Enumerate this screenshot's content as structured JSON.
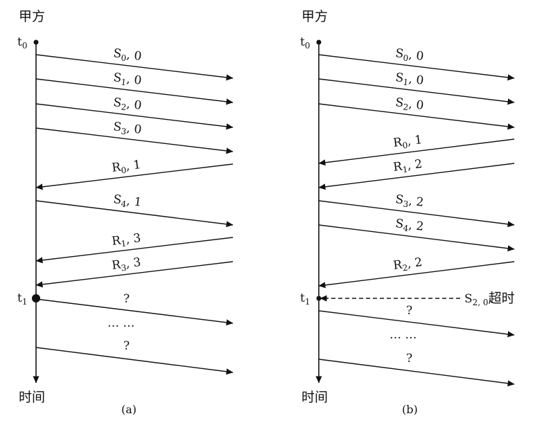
{
  "diagrams": [
    {
      "party": "甲方",
      "time_label": "时间",
      "caption": "(a)",
      "t0": {
        "label": "t",
        "sub": "0"
      },
      "t1": {
        "label": "t",
        "sub": "1"
      },
      "arrows": [
        {
          "label": "S",
          "sub": "0",
          "suffix": ", 0"
        },
        {
          "label": "S",
          "sub": "1",
          "suffix": ", 0"
        },
        {
          "label": "S",
          "sub": "2",
          "suffix": ", 0"
        },
        {
          "label": "S",
          "sub": "3",
          "suffix": ", 0"
        },
        {
          "label": "R",
          "sub": "0",
          "suffix": ", 1"
        },
        {
          "label": "S",
          "sub": "4",
          "suffix": ", 1"
        },
        {
          "label": "R",
          "sub": "1",
          "suffix": ", 3"
        },
        {
          "label": "R",
          "sub": "3",
          "suffix": ", 3"
        },
        {
          "label": "?",
          "sub": "",
          "suffix": ""
        },
        {
          "label": "?",
          "sub": "",
          "suffix": ""
        }
      ],
      "ellipsis": "… …"
    },
    {
      "party": "甲方",
      "time_label": "时间",
      "caption": "(b)",
      "t0": {
        "label": "t",
        "sub": "0"
      },
      "t1": {
        "label": "t",
        "sub": "1"
      },
      "arrows": [
        {
          "label": "S",
          "sub": "0",
          "suffix": ", 0"
        },
        {
          "label": "S",
          "sub": "1",
          "suffix": ", 0"
        },
        {
          "label": "S",
          "sub": "2",
          "suffix": ", 0"
        },
        {
          "label": "R",
          "sub": "0",
          "suffix": ", 1"
        },
        {
          "label": "R",
          "sub": "1",
          "suffix": ", 2"
        },
        {
          "label": "S",
          "sub": "3",
          "suffix": ", 2"
        },
        {
          "label": "S",
          "sub": "4",
          "suffix": ", 2"
        },
        {
          "label": "R",
          "sub": "2",
          "suffix": ", 2"
        },
        {
          "label": "?",
          "sub": "",
          "suffix": ""
        },
        {
          "label": "?",
          "sub": "",
          "suffix": ""
        }
      ],
      "timeout": {
        "label": "S",
        "sub": "2, 0",
        "suffix": "超时"
      },
      "ellipsis": "… …"
    }
  ]
}
